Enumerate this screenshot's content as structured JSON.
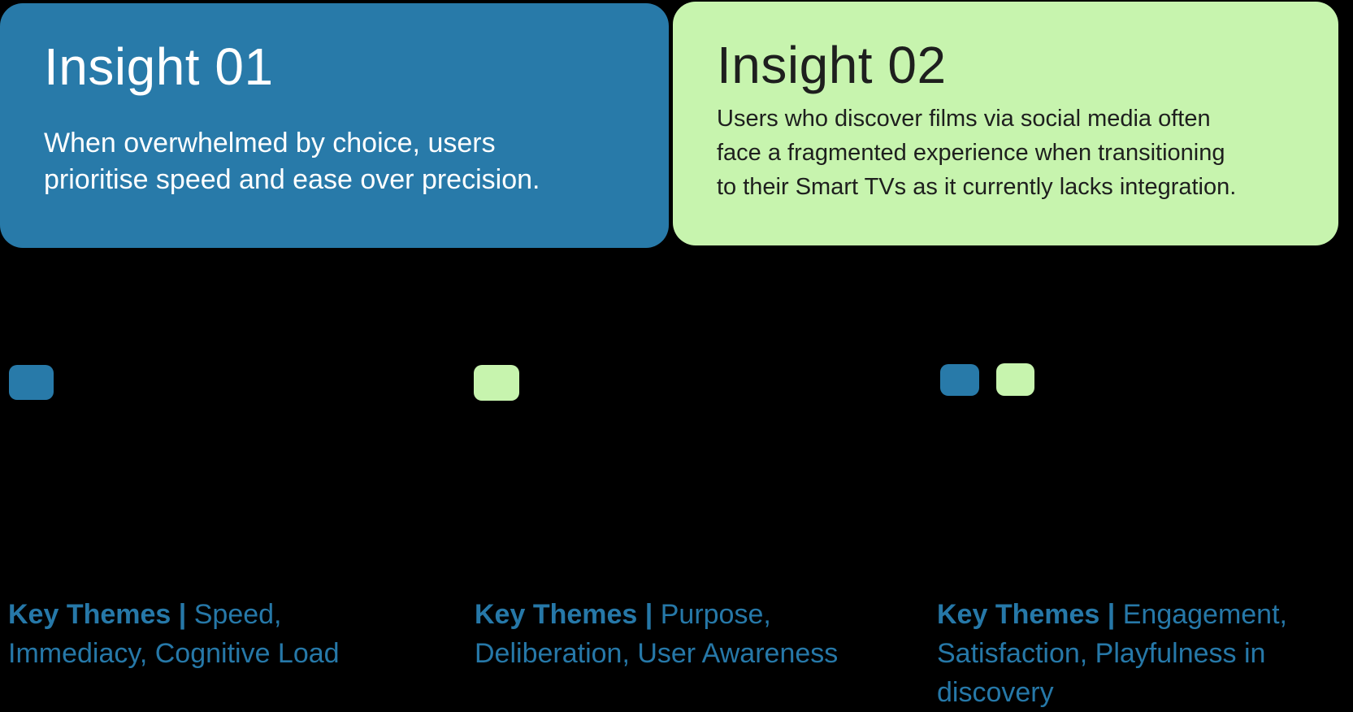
{
  "colors": {
    "background": "#000000",
    "accent_blue": "#287AA9",
    "accent_green": "#C7F4AE",
    "themes_text_blue": "#2678A8",
    "card_green_text": "#1E1F1E",
    "card_blue_text": "#FFFFFF"
  },
  "insights": [
    {
      "title": "Insight 01",
      "body": "When overwhelmed by choice, users\nprioritise speed and ease over precision.",
      "theme_color": "#287AA9"
    },
    {
      "title": "Insight 02",
      "body": "Users who discover films via social media often\nface a fragmented experience when transitioning\nto their Smart TVs as it currently lacks integration.",
      "theme_color": "#C7F4AE"
    }
  ],
  "themes": [
    {
      "label": "Key Themes |",
      "text": " Speed,\nImmediacy, Cognitive Load",
      "chips": [
        "blue"
      ]
    },
    {
      "label": "Key Themes |",
      "text": " Purpose,\nDeliberation, User Awareness",
      "chips": [
        "green"
      ]
    },
    {
      "label": "Key Themes |",
      "text": " Engagement,\nSatisfaction, Playfulness in\ndiscovery",
      "chips": [
        "blue",
        "green"
      ]
    }
  ]
}
